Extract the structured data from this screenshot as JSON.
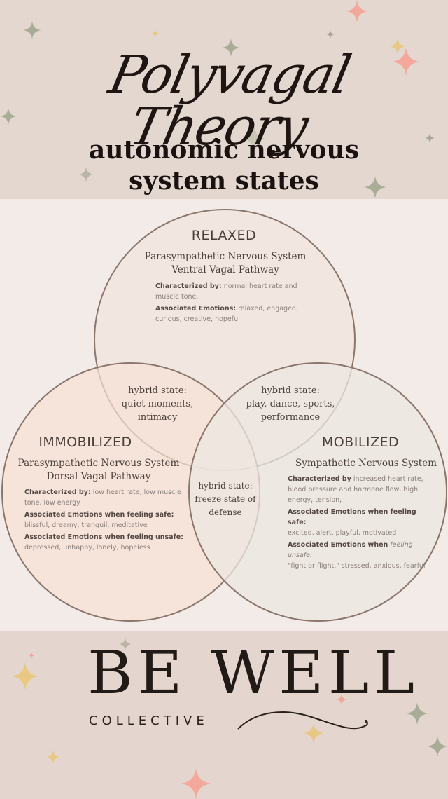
{
  "header": {
    "title": "Polyvagal Theory",
    "subtitle_line1": "autonomic nervous",
    "subtitle_line2": "system states"
  },
  "colors": {
    "header_bg": "#e4d7cf",
    "diagram_bg": "#f3ebe8",
    "circle_stroke": "#8a766c",
    "relaxed_fill": "#f2e7df",
    "immobilized_fill": "#f5e4da",
    "mobilized_fill": "#ece8e2",
    "star_sage": "#a9ad98",
    "star_gold": "#e8c883",
    "star_coral": "#f3a89b"
  },
  "states": {
    "relaxed": {
      "title": "RELAXED",
      "system": "Parasympathetic Nervous System",
      "pathway": "Ventral Vagal Pathway",
      "characterized_label": "Characterized by:",
      "characterized_text": "normal heart rate and muscle tone.",
      "emotions_label": "Associated Emotions:",
      "emotions_text": "relaxed, engaged, curious, creative, hopeful"
    },
    "immobilized": {
      "title": "IMMOBILIZED",
      "system": "Parasympathetic Nervous System",
      "pathway": "Dorsal Vagal Pathway",
      "characterized_label": "Characterized by:",
      "characterized_text": "low heart rate, low muscle tone, low energy",
      "safe_label": "Associated Emotions when feeling safe:",
      "safe_text": "blissful, dreamy, tranquil, meditative",
      "unsafe_label": "Associated Emotions when feeling unsafe:",
      "unsafe_text": "depressed, unhappy, lonely, hopeless"
    },
    "mobilized": {
      "title": "MOBILIZED",
      "system": "Sympathetic Nervous System",
      "characterized_label": "Characterized by",
      "characterized_text": "increased heart rate, blood pressure and hormone flow, high energy, tension,",
      "safe_label": "Associated Emotions when feeling safe:",
      "safe_text": "excited, alert, playful, motivated",
      "unsafe_label": "Associated Emotions when",
      "unsafe_label_italic": "feeling unsafe:",
      "unsafe_text": "\"fight or flight,\" stressed, anxious, fearful"
    }
  },
  "hybrids": {
    "relaxed_immobilized": {
      "line1": "hybrid state:",
      "line2": "quiet moments,",
      "line3": "intimacy"
    },
    "relaxed_mobilized": {
      "line1": "hybrid state:",
      "line2": "play, dance, sports,",
      "line3": "performance"
    },
    "immobilized_mobilized": {
      "line1": "hybrid state:",
      "line2": "freeze state of",
      "line3": "defense"
    }
  },
  "footer": {
    "brand": "BE WELL",
    "tagline": "COLLECTIVE"
  }
}
